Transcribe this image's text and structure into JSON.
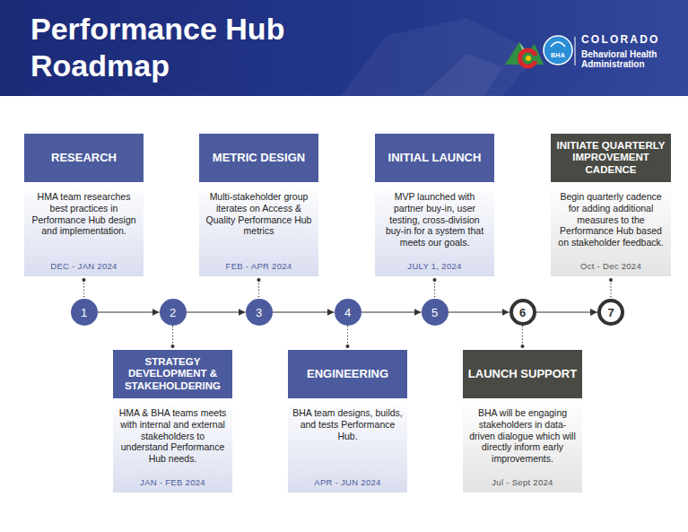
{
  "diagram": {
    "title": "Performance Hub Roadmap",
    "nodes": [
      {
        "text": [
          "RESEARCH",
          "HMA team researches best practices in Performance Hub design and implementation.",
          "DEC - JAN 2024"
        ]
      },
      {
        "text": [
          "STRATEGY DEVELOPMENT & STAKEHOLDERING",
          "HMA & BHA teams meets with internal and external stakeholders to understand Performance Hub needs.",
          "JAN - FEB 2024"
        ]
      },
      {
        "text": [
          "METRIC DESIGN",
          "Multi-stakeholder group iterates on Access & Quality Performance Hub metrics",
          "FEB - APR 2024"
        ]
      },
      {
        "text": [
          "ENGINEERING",
          "BHA team designs, builds, and tests Performance Hub.",
          "APR - JUN 2024"
        ]
      },
      {
        "text": [
          "INITIAL LAUNCH",
          "MVP launched with partner buy-in, user testing, cross-division buy-in for a system that meets our goals.",
          "JULY 1, 2024"
        ]
      },
      {
        "text": [
          "LAUNCH SUPPORT",
          "BHA will be engaging stakeholders in data-driven dialogue which will directly inform early improvements.",
          "Jul - Sept 2024"
        ]
      },
      {
        "text": [
          "INITIATE QUARTERLY IMPROVEMENT CADENCE",
          "Begin quarterly cadence for adding additional measures to the Performance Hub based on stakeholder feedback.",
          "Oct - Dec 2024"
        ]
      },
      {
        "text": [
          "1"
        ]
      },
      {
        "text": [
          "2"
        ]
      },
      {
        "text": [
          "3"
        ]
      },
      {
        "text": [
          "4"
        ]
      },
      {
        "text": [
          "5"
        ]
      },
      {
        "text": [
          "6"
        ]
      },
      {
        "text": [
          "7"
        ]
      }
    ],
    "edges": [
      {
        "from": 7,
        "to": 8,
        "arrow": "to"
      },
      {
        "from": 8,
        "to": 9,
        "arrow": "to"
      },
      {
        "from": 9,
        "to": 10,
        "arrow": "to"
      },
      {
        "from": 10,
        "to": 11,
        "arrow": "to"
      },
      {
        "from": 11,
        "to": 12,
        "arrow": "to"
      },
      {
        "from": 12,
        "to": 13,
        "arrow": "to"
      },
      {
        "from": 0,
        "to": 7,
        "arrow": "none"
      },
      {
        "from": 1,
        "to": 8,
        "arrow": "none"
      },
      {
        "from": 2,
        "to": 9,
        "arrow": "none"
      },
      {
        "from": 3,
        "to": 10,
        "arrow": "none"
      },
      {
        "from": 4,
        "to": 11,
        "arrow": "none"
      },
      {
        "from": 5,
        "to": 12,
        "arrow": "none"
      },
      {
        "from": 6,
        "to": 13,
        "arrow": "none"
      }
    ],
    "labels": [
      "BHA",
      "COLORADO",
      "Behavioral Health Administration"
    ]
  }
}
